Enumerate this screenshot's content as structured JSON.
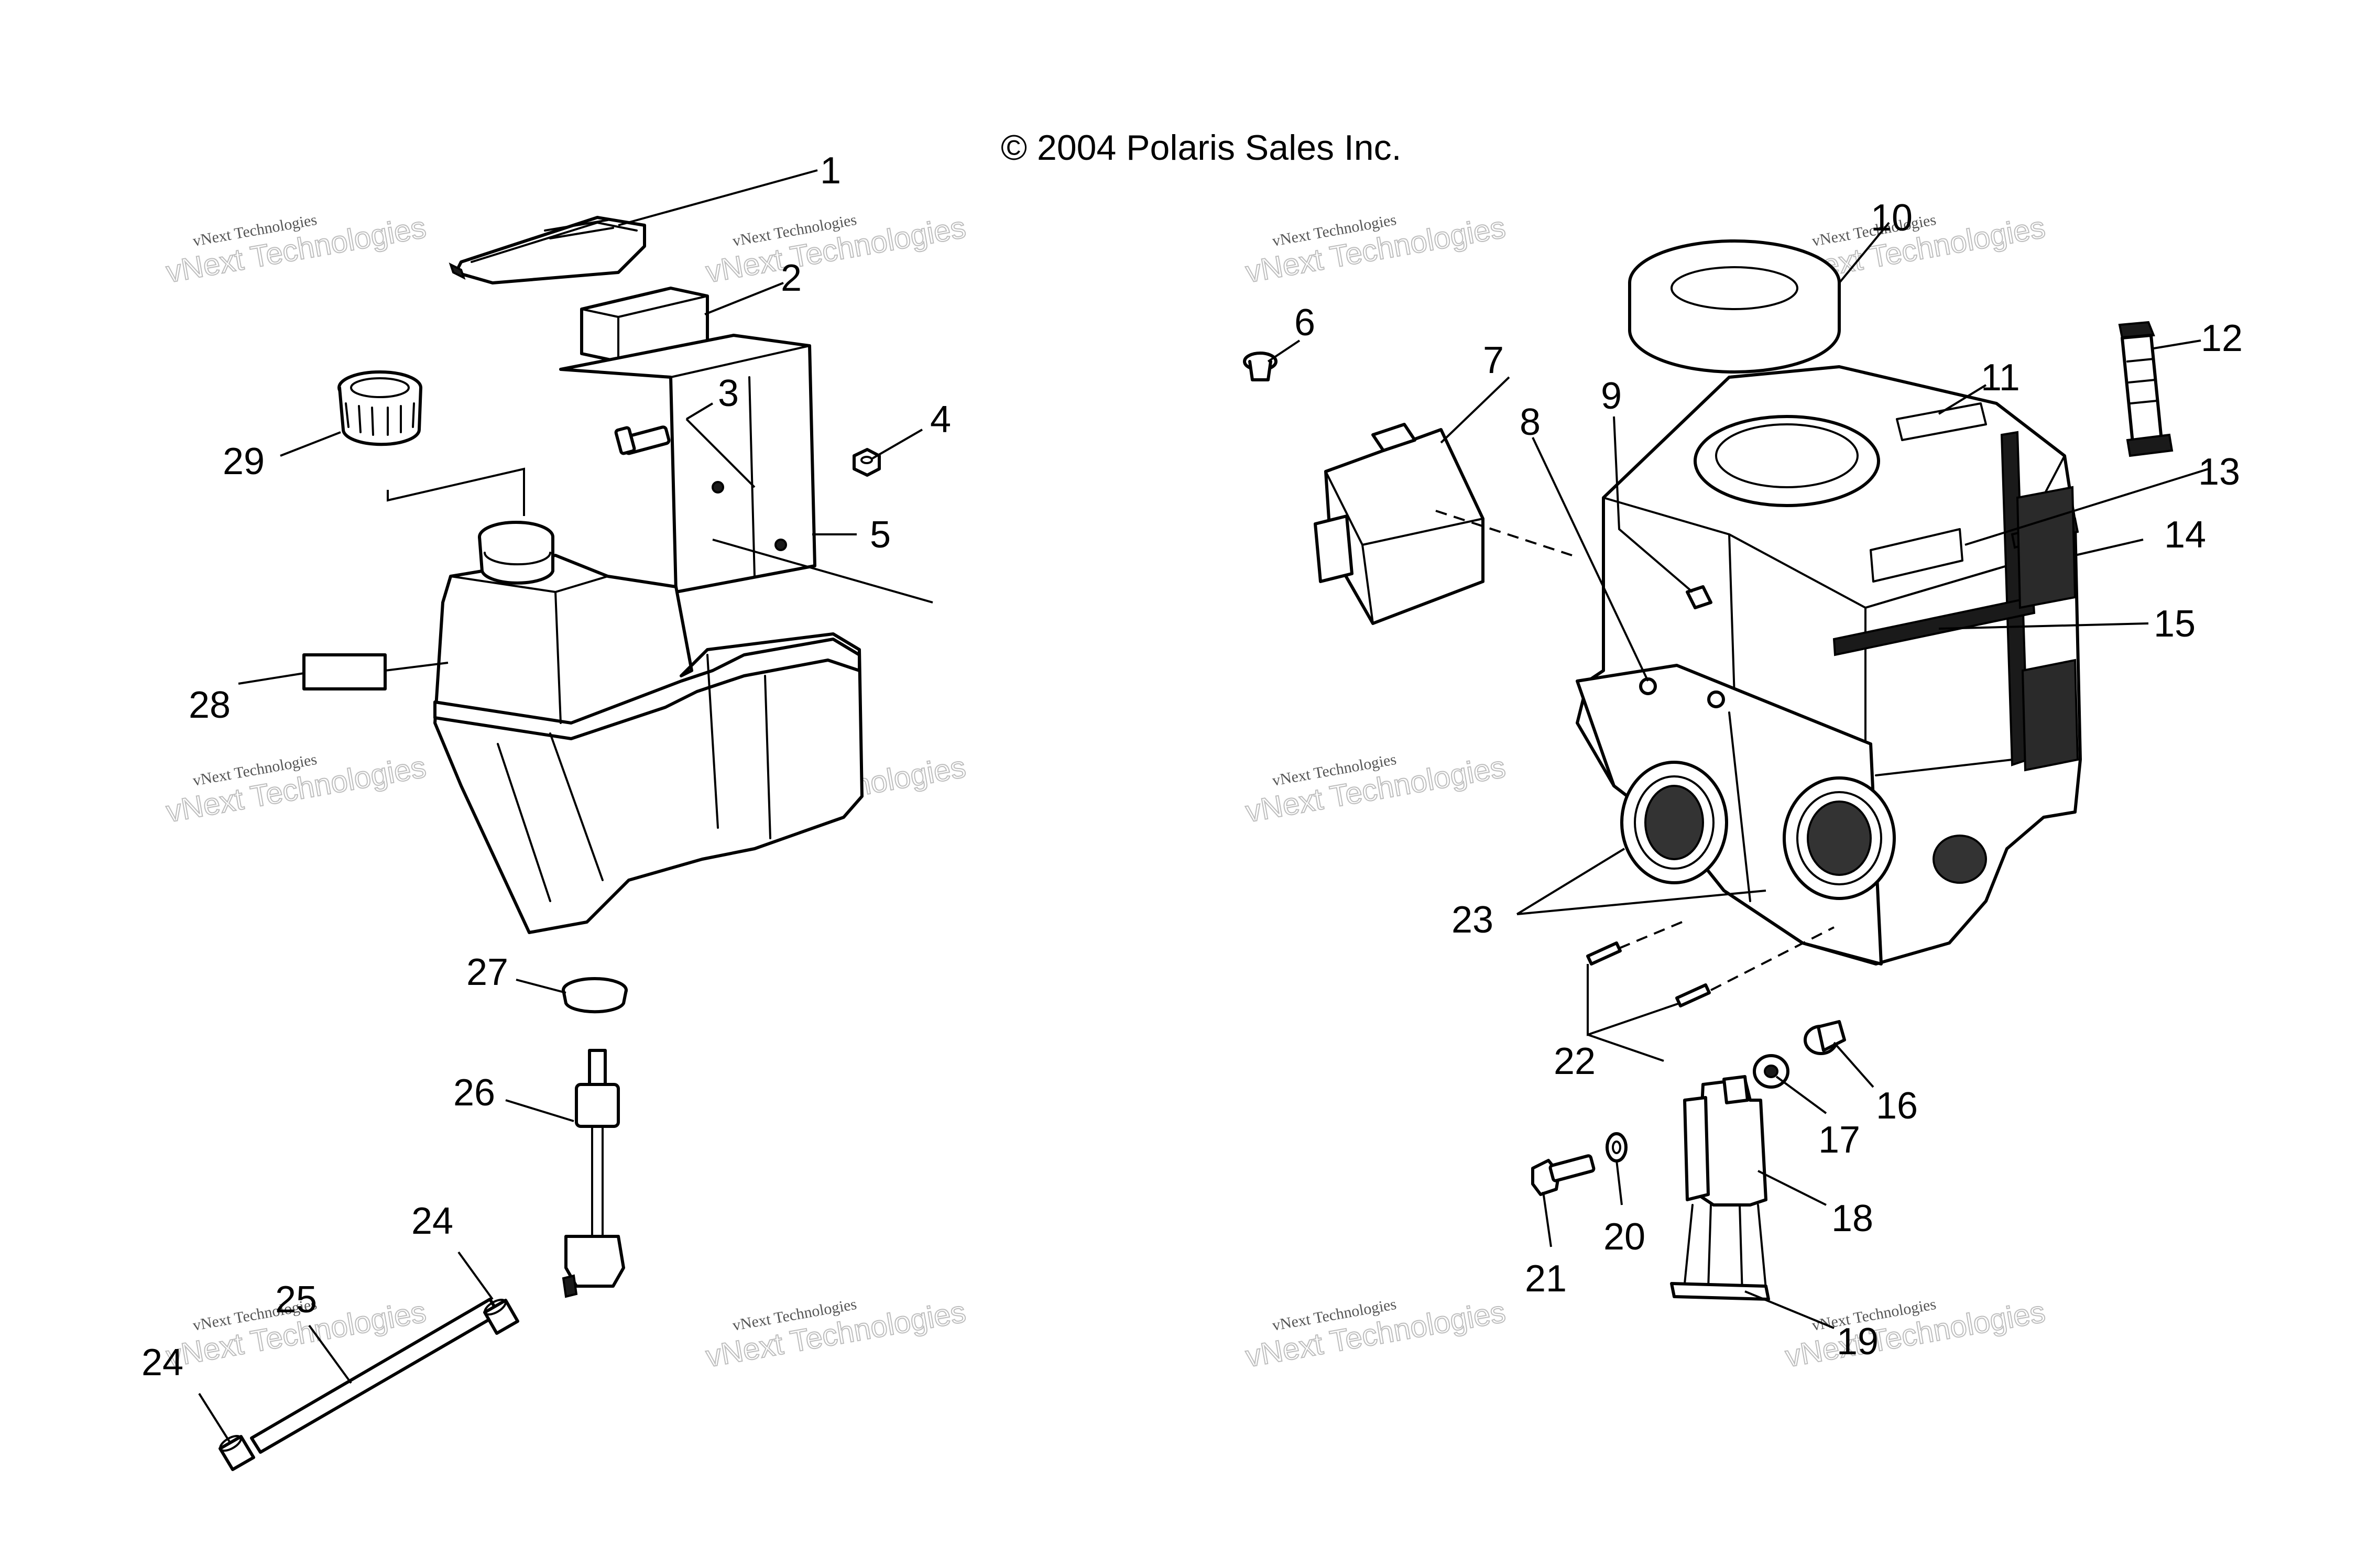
{
  "copyright": "© 2004 Polaris Sales Inc.",
  "watermark": {
    "line1": "vNext Technologies",
    "line2": "vNext Technologies"
  },
  "callouts": {
    "c1": "1",
    "c2": "2",
    "c3": "3",
    "c4": "4",
    "c5": "5",
    "c6": "6",
    "c7": "7",
    "c8": "8",
    "c9": "9",
    "c10": "10",
    "c11": "11",
    "c12": "12",
    "c13": "13",
    "c14": "14",
    "c15": "15",
    "c16": "16",
    "c17": "17",
    "c18": "18",
    "c19": "19",
    "c20": "20",
    "c21": "21",
    "c22": "22",
    "c23": "23",
    "c24a": "24",
    "c24b": "24",
    "c25": "25",
    "c26": "26",
    "c27": "27",
    "c28": "28",
    "c29": "29"
  },
  "colors": {
    "line": "#000000",
    "background": "#ffffff",
    "watermark": "#bdbdbd"
  }
}
